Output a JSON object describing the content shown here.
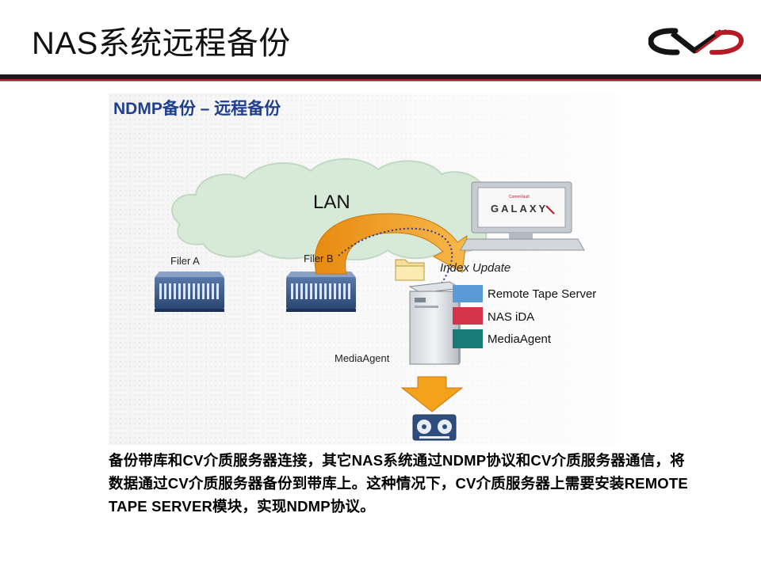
{
  "slide": {
    "title": "NAS系统远程备份",
    "logo_icon": "commvault-logo",
    "brand_red": "#b51b25"
  },
  "figure": {
    "title": "NDMP备份 – 远程备份",
    "lan_label": "LAN",
    "filer_a_label": "Filer A",
    "filer_b_label": "Filer B",
    "index_update_label": "Index Update",
    "galaxy_small_label": "CommVault",
    "galaxy_label": "GALAXY",
    "components": [
      {
        "label": "Remote Tape Server",
        "color": "#5b9bd5"
      },
      {
        "label": "NAS iDA",
        "color": "#d4344a"
      },
      {
        "label": "MediaAgent",
        "color": "#1a7a78"
      }
    ],
    "media_agent_label": "MediaAgent",
    "colors": {
      "cloud": "#d9ecd9",
      "arrow": "#f5a21b",
      "server_blue": "#3b5a86"
    }
  },
  "body_text": "备份带库和CV介质服务器连接，其它NAS系统通过NDMP协议和CV介质服务器通信，将数据通过CV介质服务器备份到带库上。这种情况下，CV介质服务器上需要安装REMOTE TAPE SERVER模块，实现NDMP协议。"
}
